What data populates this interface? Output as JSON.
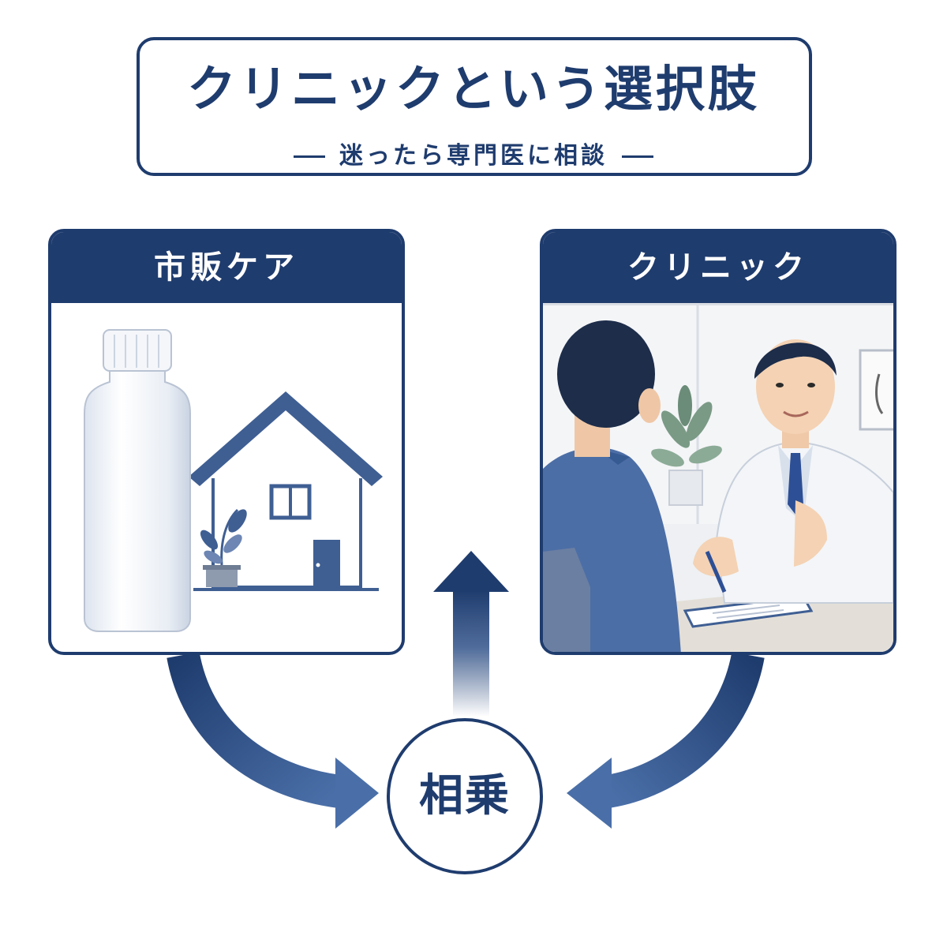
{
  "header": {
    "title": "クリニックという選択肢",
    "subtitle": "迷ったら専門医に相談"
  },
  "left_panel": {
    "label": "市販ケア",
    "icons": [
      "bottle-icon",
      "house-icon",
      "potted-plant-icon"
    ]
  },
  "right_panel": {
    "label": "クリニック",
    "icons": [
      "doctor-illustration",
      "patient-illustration",
      "clipboard-icon",
      "plant-icon"
    ]
  },
  "center": {
    "label": "相乗"
  },
  "colors": {
    "navy": "#1f3c6e",
    "arrow_light": "#4a6fa8",
    "coat": "#f3f5f8",
    "jacket": "#4c6ea6"
  }
}
